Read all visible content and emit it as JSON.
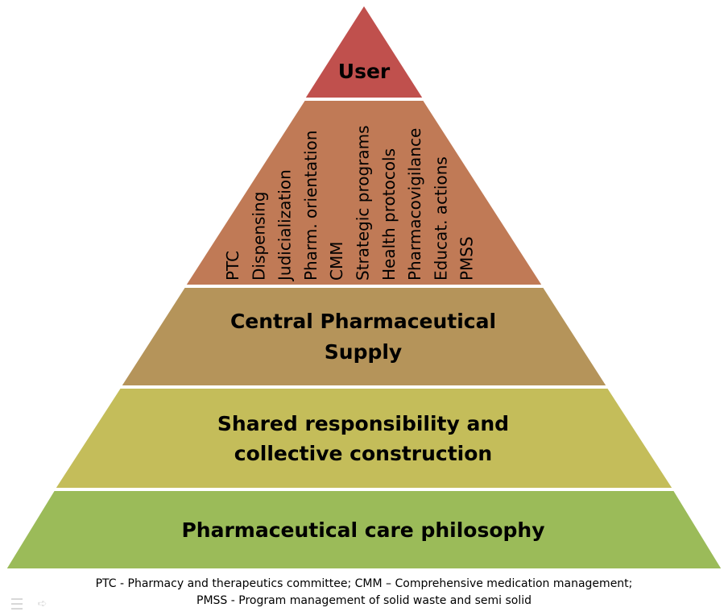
{
  "pyramid": {
    "tier_user": {
      "label": "User",
      "color": "#c0504d"
    },
    "tier_activities": {
      "color": "#c07a56",
      "items": [
        {
          "label": "PTC",
          "color": "#000000"
        },
        {
          "label": "Dispensing",
          "color": "#000000"
        },
        {
          "label": "Judicialization",
          "color": "#000000"
        },
        {
          "label": "Pharm. orientation",
          "color": "#000000"
        },
        {
          "label": "CMM",
          "color": "#ff0000"
        },
        {
          "label": "Strategic programs",
          "color": "#000000"
        },
        {
          "label": "Health protocols",
          "color": "#000000"
        },
        {
          "label": "Pharmacovigilance",
          "color": "#000000"
        },
        {
          "label": "Educat. actions",
          "color": "#000000"
        },
        {
          "label": "PMSS",
          "color": "#000000"
        }
      ]
    },
    "tier_supply": {
      "lines": [
        "Central Pharmaceutical",
        "Supply"
      ],
      "color": "#b5945a"
    },
    "tier_shared": {
      "lines": [
        "Shared responsibility and",
        "collective construction"
      ],
      "color": "#c4bd5a"
    },
    "tier_philosophy": {
      "label": "Pharmaceutical care philosophy",
      "color": "#9bbb59"
    }
  },
  "footnote": {
    "line1": "PTC - Pharmacy and therapeutics committee; CMM – Comprehensive medication management;",
    "line2": "PMSS - Program management of solid waste and semi solid"
  },
  "icons": [
    "document-lines-icon",
    "arrow-right-icon"
  ]
}
